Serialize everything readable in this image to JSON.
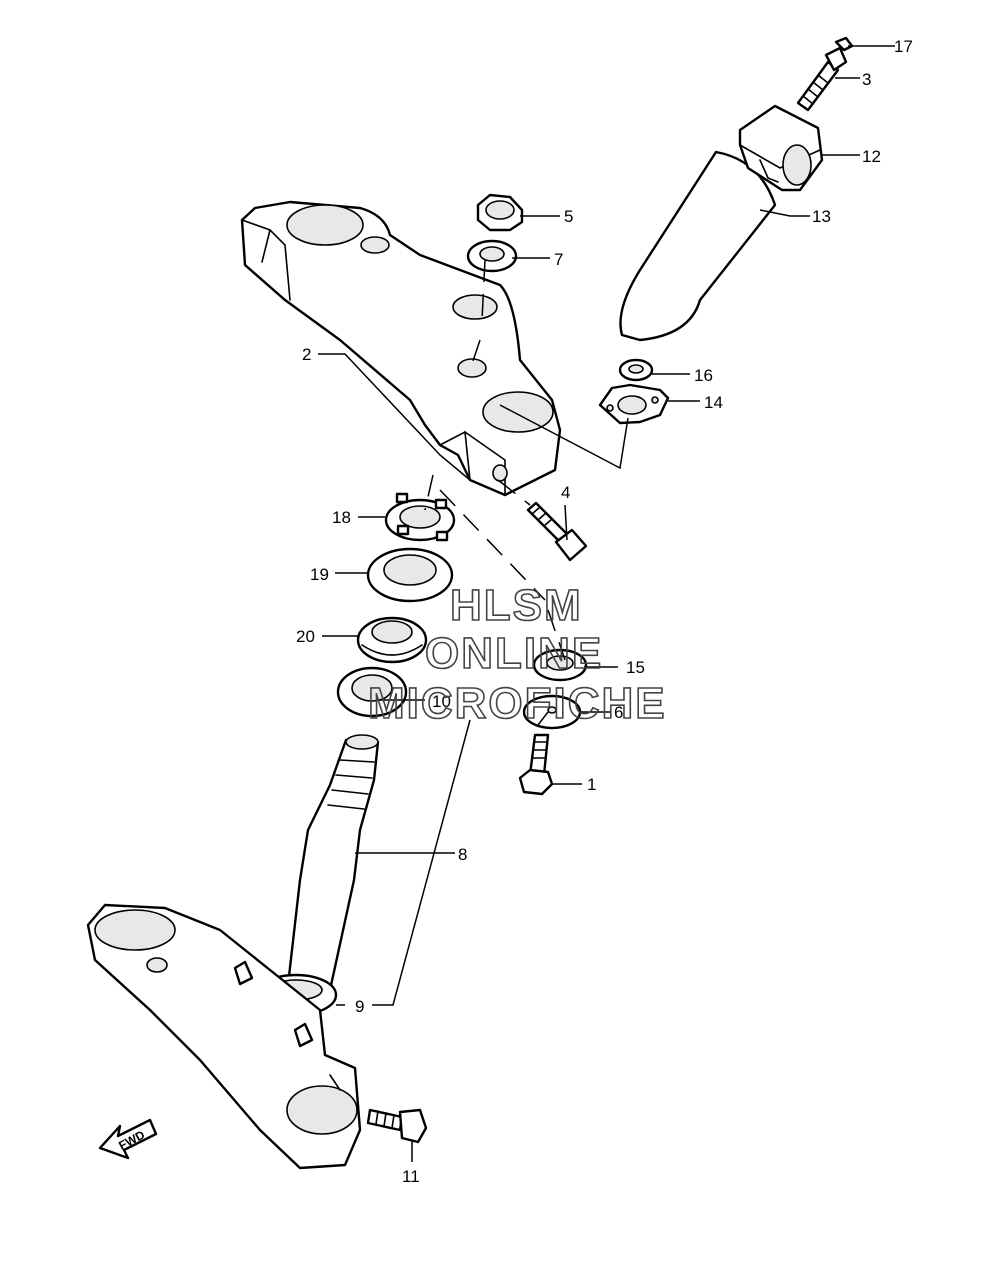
{
  "callouts": [
    {
      "id": "1",
      "text": "1"
    },
    {
      "id": "2",
      "text": "2"
    },
    {
      "id": "3",
      "text": "3"
    },
    {
      "id": "4",
      "text": "4"
    },
    {
      "id": "5",
      "text": "5"
    },
    {
      "id": "6",
      "text": "6"
    },
    {
      "id": "7",
      "text": "7"
    },
    {
      "id": "8",
      "text": "8"
    },
    {
      "id": "9",
      "text": "9"
    },
    {
      "id": "10",
      "text": "10"
    },
    {
      "id": "11",
      "text": "11"
    },
    {
      "id": "12",
      "text": "12"
    },
    {
      "id": "13",
      "text": "13"
    },
    {
      "id": "14",
      "text": "14"
    },
    {
      "id": "15",
      "text": "15"
    },
    {
      "id": "16",
      "text": "16"
    },
    {
      "id": "17",
      "text": "17"
    },
    {
      "id": "18",
      "text": "18"
    },
    {
      "id": "19",
      "text": "19"
    },
    {
      "id": "20",
      "text": "20"
    }
  ],
  "watermark": {
    "line1": "HLSM",
    "line2": "ONLINE",
    "line3": "MICROFICHE"
  },
  "fwd_arrow": {
    "label": "FWD"
  }
}
